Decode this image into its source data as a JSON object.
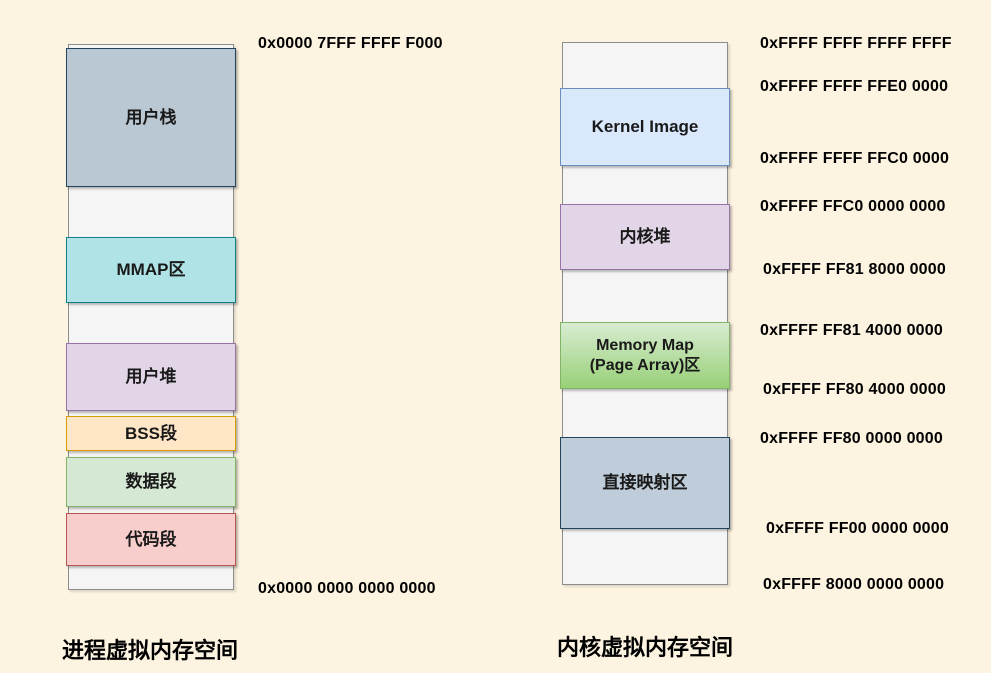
{
  "background_color": "#FCF3E1",
  "colors": {
    "container_fill": "#F5F5F5",
    "container_border": "#8C8C8C",
    "blue_gray_fill": "#BAC8D3",
    "blue_gray_border": "#23445D",
    "teal_fill": "#B0E3E6",
    "teal_border": "#0E8088",
    "purple_fill": "#E1D5E7",
    "purple_border": "#9673A6",
    "orange_fill": "#FFE6C6",
    "orange_border": "#D79B00",
    "green_fill": "#D5E8D4",
    "green_border": "#82B366",
    "red_fill": "#F8CECC",
    "red_border": "#B85450",
    "kernel_blue_fill": "#DAE8FC",
    "kernel_blue_border": "#6C8EBF",
    "memmap_gradient_top": "#D9ECD2",
    "memmap_gradient_bottom": "#97D077"
  },
  "process_space": {
    "title": "进程虚拟内存空间",
    "top_address": "0x0000 7FFF FFFF F000",
    "bottom_address": "0x0000 0000 0000 0000",
    "segments": {
      "user_stack": "用户栈",
      "mmap": "MMAP区",
      "user_heap": "用户堆",
      "bss": "BSS段",
      "data": "数据段",
      "code": "代码段"
    }
  },
  "kernel_space": {
    "title": "内核虚拟内存空间",
    "segments": {
      "kernel_image": "Kernel Image",
      "kernel_heap": "内核堆",
      "memory_map_line1": "Memory Map",
      "memory_map_line2": "(Page Array)区",
      "direct_map": "直接映射区"
    },
    "addresses": [
      "0xFFFF FFFF FFFF FFFF",
      "0xFFFF FFFF FFE0 0000",
      "0xFFFF FFFF FFC0 0000",
      "0xFFFF FFC0 0000 0000",
      "0xFFFF FF81 8000 0000",
      "0xFFFF FF81 4000 0000",
      "0xFFFF FF80 4000 0000",
      "0xFFFF FF80 0000 0000",
      "0xFFFF FF00 0000 0000",
      "0xFFFF 8000 0000 0000"
    ]
  }
}
